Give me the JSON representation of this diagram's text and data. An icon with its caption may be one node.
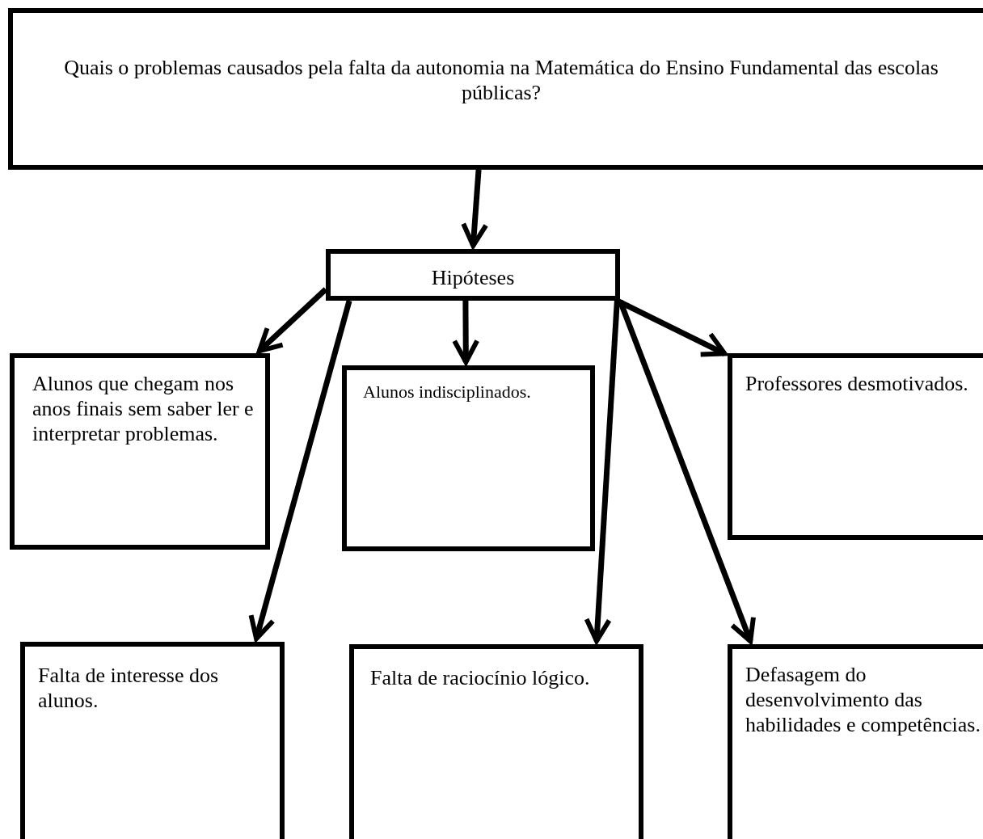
{
  "diagram": {
    "nodes": [
      {
        "text": [
          "Quais o problemas causados pela falta da autonomia na Matemática do Ensino Fundamental das escolas públicas?"
        ]
      },
      {
        "text": [
          "Hipóteses"
        ]
      },
      {
        "text": [
          "Alunos que chegam nos anos finais sem saber ler e interpretar problemas."
        ]
      },
      {
        "text": [
          "Alunos indisciplinados."
        ]
      },
      {
        "text": [
          "Professores desmotivados."
        ]
      },
      {
        "text": [
          "Falta de interesse dos alunos."
        ]
      },
      {
        "text": [
          "Falta de raciocínio lógico."
        ]
      },
      {
        "text": [
          "Defasagem do desenvolvimento das habilidades e competências."
        ]
      }
    ],
    "edges": [
      {
        "from": 0,
        "to": 1,
        "arrow": "to"
      },
      {
        "from": 1,
        "to": 2,
        "arrow": "to"
      },
      {
        "from": 1,
        "to": 5,
        "arrow": "to"
      },
      {
        "from": 1,
        "to": 3,
        "arrow": "to"
      },
      {
        "from": 1,
        "to": 6,
        "arrow": "to"
      },
      {
        "from": 1,
        "to": 7,
        "arrow": "to"
      },
      {
        "from": 1,
        "to": 4,
        "arrow": "to"
      }
    ]
  }
}
